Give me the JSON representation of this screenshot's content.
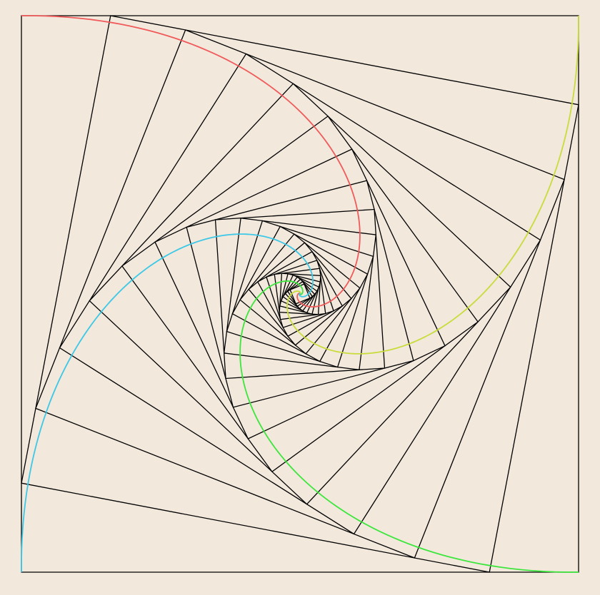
{
  "figure": {
    "description_type": "whirling squares with four pursuit curves",
    "shape_count": 24,
    "turn_fraction": 0.16,
    "colors": {
      "background": "#f2e8dc",
      "squares": "#000000",
      "curve_top_left_start": "#f05a5a",
      "curve_top_right_start": "#c8dc3c",
      "curve_bottom_right_start": "#3ce63c",
      "curve_bottom_left_start": "#3cc8e6"
    }
  }
}
